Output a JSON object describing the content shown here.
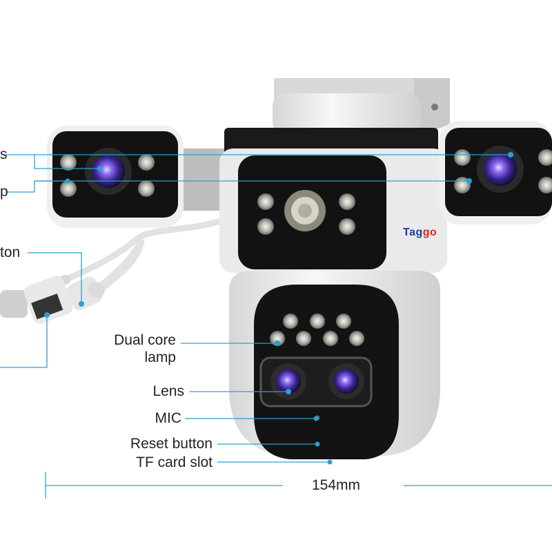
{
  "brand": {
    "part1": "Tag",
    "part2": "go"
  },
  "labels": {
    "left_top": "s",
    "left_mid": "p",
    "left_button": "ton",
    "dual_core_line1": "Dual core",
    "dual_core_line2": "lamp",
    "lens": "Lens",
    "mic": "MIC",
    "reset": "Reset button",
    "tf": "TF card slot",
    "width": "154mm"
  },
  "colors": {
    "leader_line": "#2b9fd4",
    "body": "#eeeeee",
    "face": "#121212",
    "lens": "#6a4fd0",
    "logo_blue": "#1c3f9c",
    "logo_red": "#d8262a"
  }
}
